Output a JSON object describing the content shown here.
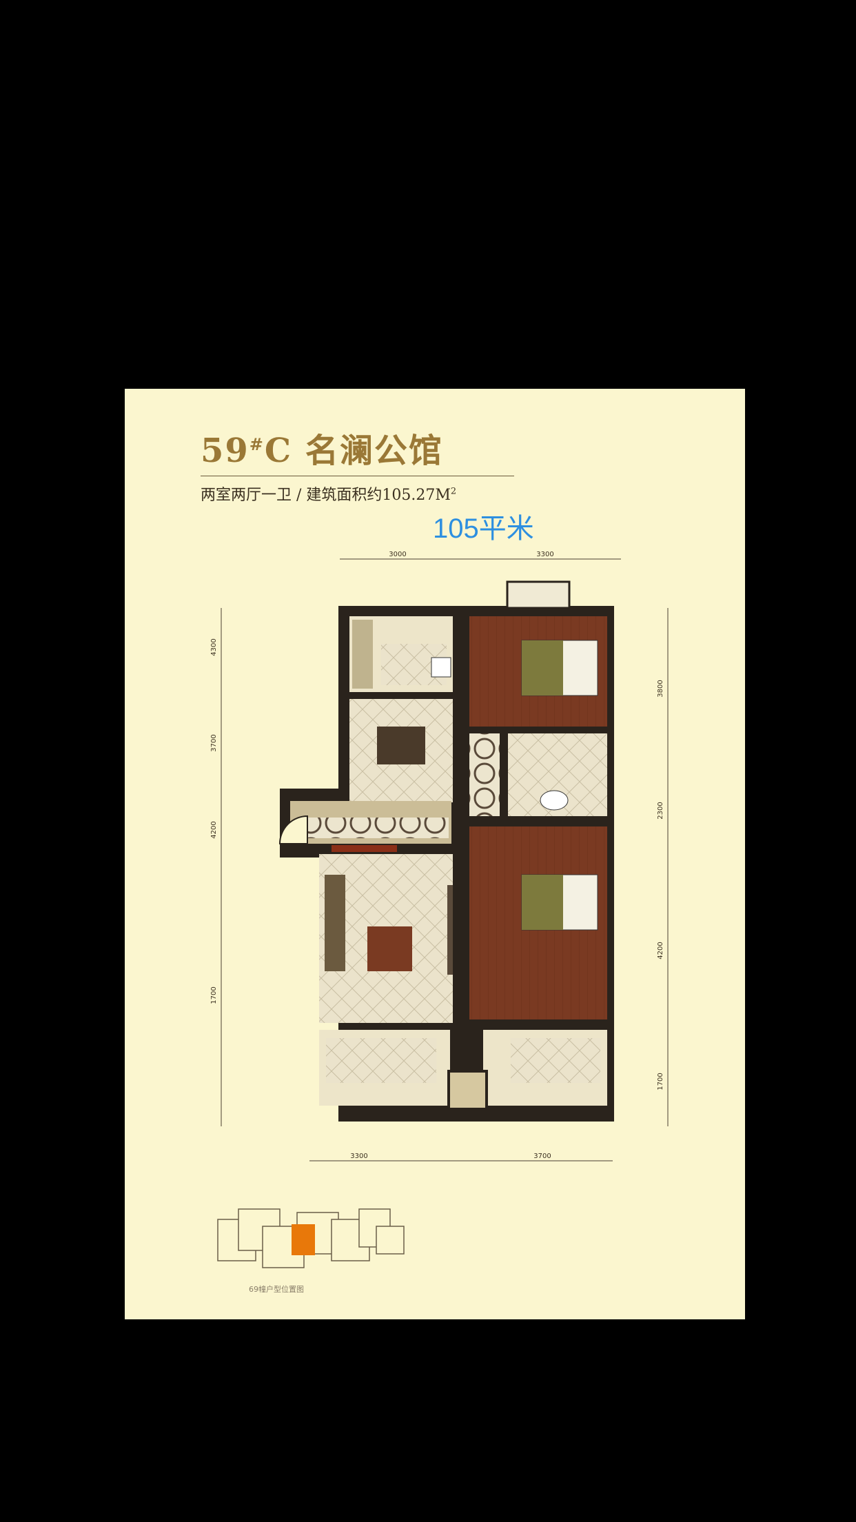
{
  "title": {
    "number": "59",
    "mark": "#",
    "letter": "C",
    "name": "名澜公馆"
  },
  "subtitle": {
    "text": "两室两厅一卫 / 建筑面积约105.27M",
    "sup": "2"
  },
  "area_note": "105平米",
  "dimensions": {
    "top": [
      "3000",
      "3300"
    ],
    "bottom": [
      "3300",
      "3700"
    ],
    "left": [
      "4300",
      "3700",
      "4200",
      "1700"
    ],
    "right": [
      "3800",
      "2300",
      "4200",
      "1700"
    ]
  },
  "minimap_caption": "69幢户型位置图",
  "colors": {
    "poster_bg": "#fbf6cf",
    "wall": "#2a231c",
    "bedroom_floor": "#7a3a22",
    "tile_floor": "#e8e0c8",
    "title": "#9a7836",
    "area_note": "#2d8fe0",
    "minimap_highlight": "#e8780a"
  }
}
